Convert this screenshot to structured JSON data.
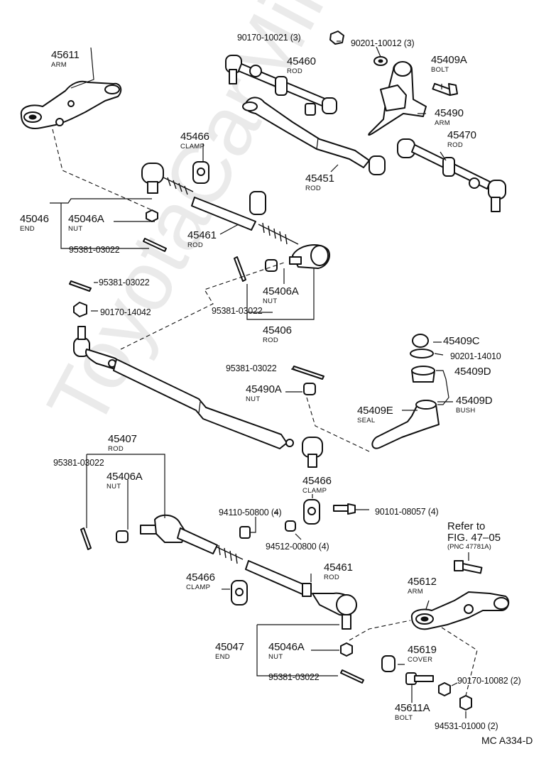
{
  "figure": {
    "code": "MC A334-D",
    "watermark": "ToyotaCarMine.ru"
  },
  "reference": {
    "line1": "Refer to",
    "line2": "FIG. 47–05",
    "line3": "(PNC 47781A)"
  },
  "parts": {
    "p45611": {
      "number": "45611",
      "name": "ARM"
    },
    "p90170_10021": {
      "number": "90170-10021 (3)"
    },
    "p90201_10012": {
      "number": "90201-10012 (3)"
    },
    "p45460": {
      "number": "45460",
      "name": "ROD"
    },
    "p45409A": {
      "number": "45409A",
      "name": "BOLT"
    },
    "p45490": {
      "number": "45490",
      "name": "ARM"
    },
    "p45470": {
      "number": "45470",
      "name": "ROD"
    },
    "p45466_top": {
      "number": "45466",
      "name": "CLAMP"
    },
    "p45451": {
      "number": "45451",
      "name": "ROD"
    },
    "p45046": {
      "number": "45046",
      "name": "END"
    },
    "p45046A_top": {
      "number": "45046A",
      "name": "NUT"
    },
    "p95381_top": {
      "number": "95381-03022"
    },
    "p45461_top": {
      "number": "45461",
      "name": "ROD"
    },
    "p95381_left": {
      "number": "95381-03022"
    },
    "p90170_14042": {
      "number": "90170-14042"
    },
    "p45406A_top": {
      "number": "45406A",
      "name": "NUT"
    },
    "p95381_mid": {
      "number": "95381-03022"
    },
    "p45406": {
      "number": "45406",
      "name": "ROD"
    },
    "p45409C": {
      "number": "45409C"
    },
    "p90201_14010": {
      "number": "90201-14010"
    },
    "p45409D_a": {
      "number": "45409D"
    },
    "p95381_centre": {
      "number": "95381-03022"
    },
    "p45490A": {
      "number": "45490A",
      "name": "NUT"
    },
    "p45409E": {
      "number": "45409E",
      "name": "SEAL"
    },
    "p45409D_b": {
      "number": "45409D",
      "name": "BUSH"
    },
    "p45407": {
      "number": "45407",
      "name": "ROD"
    },
    "p95381_lower": {
      "number": "95381-03022"
    },
    "p45406A_lower": {
      "number": "45406A",
      "name": "NUT"
    },
    "p45466_mid": {
      "number": "45466",
      "name": "CLAMP"
    },
    "p94110": {
      "number": "94110-50800 (4)"
    },
    "p90101": {
      "number": "90101-08057 (4)"
    },
    "p94512": {
      "number": "94512-00800 (4)"
    },
    "p45466_low": {
      "number": "45466",
      "name": "CLAMP"
    },
    "p45461_low": {
      "number": "45461",
      "name": "ROD"
    },
    "p45612": {
      "number": "45612",
      "name": "ARM"
    },
    "p45047": {
      "number": "45047",
      "name": "END"
    },
    "p45046A_low": {
      "number": "45046A",
      "name": "NUT"
    },
    "p95381_bottom": {
      "number": "95381-03022"
    },
    "p45619": {
      "number": "45619",
      "name": "COVER"
    },
    "p90170_10082": {
      "number": "90170-10082 (2)"
    },
    "p45611A": {
      "number": "45611A",
      "name": "BOLT"
    },
    "p94531": {
      "number": "94531-01000 (2)"
    }
  }
}
